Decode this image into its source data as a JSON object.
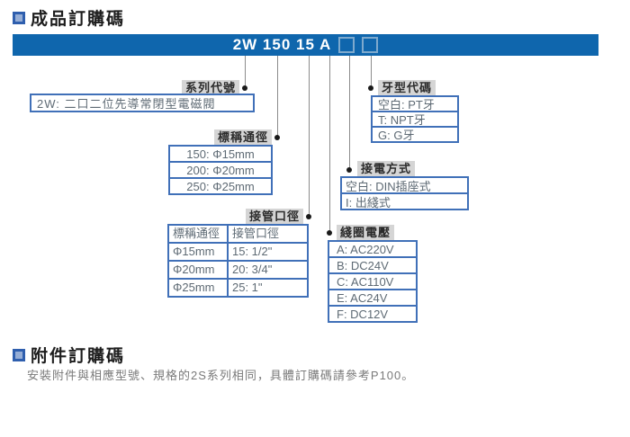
{
  "sections": {
    "product_title": "成品訂購碼",
    "accessory_title": "附件訂購碼",
    "accessory_note": "安裝附件與相應型號、規格的2S系列相同，具體訂購碼請參考P100。"
  },
  "banner": {
    "code": "2W 150 15 A",
    "placeholder_boxes": 2
  },
  "groups": [
    {
      "id": "series",
      "label": "系列代號",
      "items": [
        "2W: 二口二位先導常閉型電磁閥"
      ]
    },
    {
      "id": "nominal-diameter",
      "label": "標稱通徑",
      "items": [
        "150: Φ15mm",
        "200: Φ20mm",
        "250: Φ25mm"
      ]
    },
    {
      "id": "pipe-size",
      "label": "接管口徑",
      "header": [
        "標稱通徑",
        "接管口徑"
      ],
      "rows": [
        [
          "Φ15mm",
          "15: 1/2\""
        ],
        [
          "Φ20mm",
          "20: 3/4\""
        ],
        [
          "Φ25mm",
          "25: 1\""
        ]
      ]
    },
    {
      "id": "coil-voltage",
      "label": "綫圈電壓",
      "items": [
        "A: AC220V",
        "B: DC24V",
        "C: AC110V",
        "E: AC24V",
        "F: DC12V"
      ]
    },
    {
      "id": "wiring-type",
      "label": "接電方式",
      "items": [
        "空白: DIN插座式",
        "I: 出綫式"
      ]
    },
    {
      "id": "thread-code",
      "label": "牙型代碼",
      "items": [
        "空白: PT牙",
        "T: NPT牙",
        "G: G牙"
      ]
    }
  ],
  "colors": {
    "banner_blue": "#0f66ad",
    "box_border_blue": "#4070b8",
    "label_gray": "#d5d5d5",
    "bullet_blue": "#2f5fae"
  }
}
